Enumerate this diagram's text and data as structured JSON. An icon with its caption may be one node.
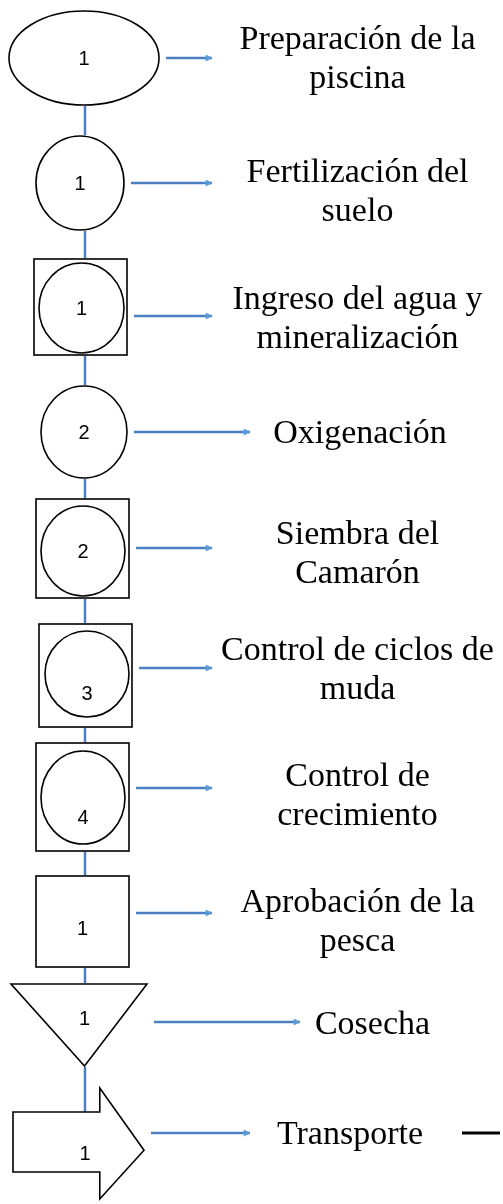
{
  "diagram": {
    "nodes": [
      {
        "text": [
          "1"
        ]
      },
      {
        "text": [
          "Preparación de la piscina"
        ]
      },
      {
        "text": [
          "1"
        ]
      },
      {
        "text": [
          "Fertilización del suelo"
        ]
      },
      {
        "text": [],
        "shape": "box"
      },
      {
        "text": [
          "1"
        ],
        "in": 4
      },
      {
        "text": [
          "Ingreso del agua y mineralización"
        ]
      },
      {
        "text": [
          "2"
        ]
      },
      {
        "text": [
          "Oxigenación"
        ]
      },
      {
        "text": [],
        "shape": "box"
      },
      {
        "text": [
          "2"
        ],
        "in": 9
      },
      {
        "text": [
          "Siembra del Camarón"
        ]
      },
      {
        "text": [],
        "shape": "box"
      },
      {
        "text": [
          "3"
        ],
        "in": 12
      },
      {
        "text": [
          "Control de ciclos de muda"
        ]
      },
      {
        "text": [],
        "shape": "box"
      },
      {
        "text": [
          "4"
        ],
        "in": 15
      },
      {
        "text": [
          "Control de crecimiento"
        ]
      },
      {
        "text": [
          "1"
        ]
      },
      {
        "text": [
          "Aprobación de la pesca"
        ]
      },
      {
        "text": [
          "1"
        ]
      },
      {
        "text": [
          "Cosecha"
        ]
      },
      {
        "text": [
          "1"
        ]
      },
      {
        "text": [
          "Transporte"
        ]
      }
    ],
    "edges": [
      {
        "from": 0,
        "to": 2,
        "arrow": "none"
      },
      {
        "from": 2,
        "to": 4,
        "arrow": "none"
      },
      {
        "from": 4,
        "to": 7,
        "arrow": "none"
      },
      {
        "from": 7,
        "to": 9,
        "arrow": "none"
      },
      {
        "from": 9,
        "to": 12,
        "arrow": "none"
      },
      {
        "from": 12,
        "to": 15,
        "arrow": "none"
      },
      {
        "from": 15,
        "to": 18,
        "arrow": "none"
      },
      {
        "from": 18,
        "to": 20,
        "arrow": "none"
      },
      {
        "from": 20,
        "to": 22,
        "arrow": "none"
      },
      {
        "from": 0,
        "to": 1,
        "arrow": "to"
      },
      {
        "from": 2,
        "to": 3,
        "arrow": "to"
      },
      {
        "from": 4,
        "to": 6,
        "arrow": "to"
      },
      {
        "from": 7,
        "to": 8,
        "arrow": "to"
      },
      {
        "from": 9,
        "to": 11,
        "arrow": "to"
      },
      {
        "from": 12,
        "to": 14,
        "arrow": "to"
      },
      {
        "from": 15,
        "to": 17,
        "arrow": "to"
      },
      {
        "from": 18,
        "to": 19,
        "arrow": "to"
      },
      {
        "from": 20,
        "to": 21,
        "arrow": "to"
      },
      {
        "from": 22,
        "to": 23,
        "arrow": "to"
      }
    ]
  }
}
